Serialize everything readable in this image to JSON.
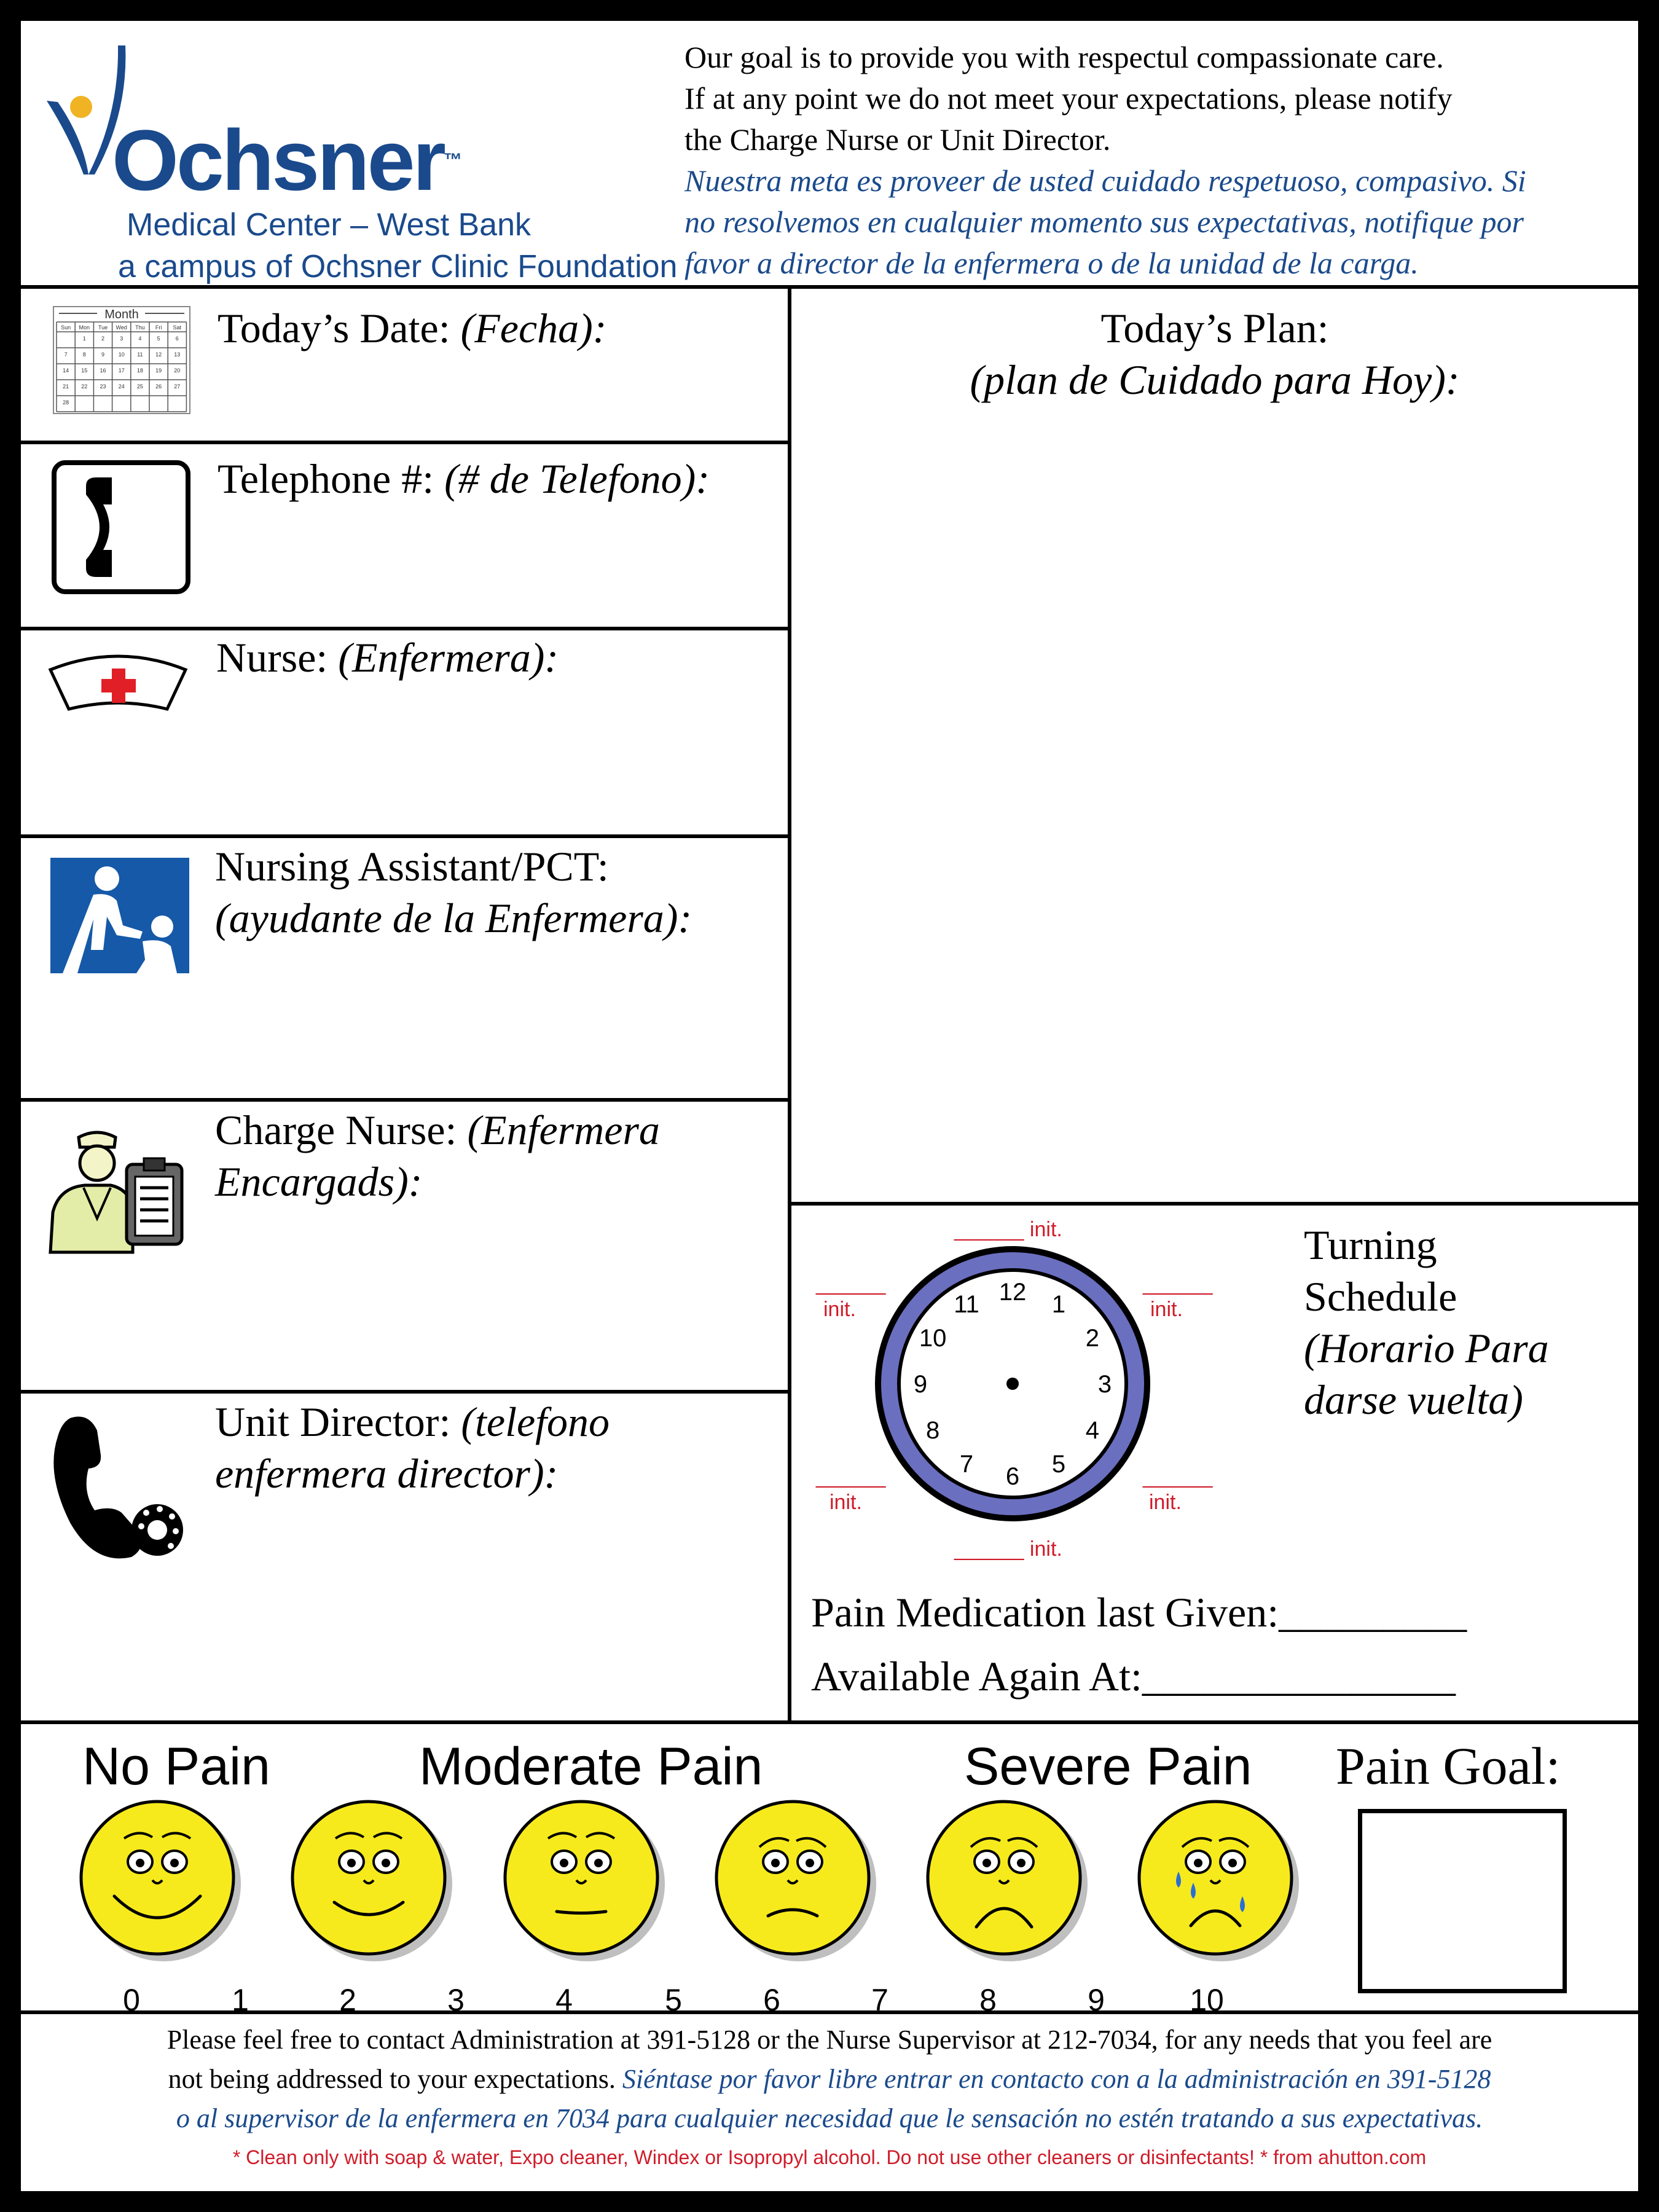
{
  "logo": {
    "brand": "Ochsner",
    "tm": "™",
    "line1": "Medical Center – West Bank",
    "line2": "a campus of Ochsner Clinic Foundation",
    "colors": {
      "brand_blue": "#1a4a8c",
      "accent_gold": "#f0b323"
    }
  },
  "intro": {
    "en": [
      "Our goal is to provide you with respectul compassionate care.",
      "If at any point we do not meet your expectations, please notify",
      "the Charge Nurse or Unit Director."
    ],
    "es": [
      "Nuestra meta es proveer de usted cuidado respetuoso, compasivo.  Si",
      "no resolvemos en cualquier momento sus expectativas, notifique por",
      "favor a director de la enfermera o de la unidad de la carga."
    ]
  },
  "fields": {
    "date": {
      "label": "Today’s Date: ",
      "label_es": "(Fecha):",
      "icon": "calendar-icon",
      "calendar": {
        "month": "Month",
        "days": [
          "Sun",
          "Mon",
          "Tue",
          "Wed",
          "Thu",
          "Fri",
          "Sat"
        ],
        "weeks": [
          [
            "",
            "1",
            "2",
            "3",
            "4",
            "5",
            "6"
          ],
          [
            "7",
            "8",
            "9",
            "10",
            "11",
            "12",
            "13"
          ],
          [
            "14",
            "15",
            "16",
            "17",
            "18",
            "19",
            "20"
          ],
          [
            "21",
            "22",
            "23",
            "24",
            "25",
            "26",
            "27"
          ],
          [
            "28",
            "",
            "",
            "",
            "",
            "",
            ""
          ]
        ]
      }
    },
    "telephone": {
      "label": "Telephone #: ",
      "label_es": "(# de Telefono):",
      "icon": "telephone-icon"
    },
    "nurse": {
      "label": "Nurse: ",
      "label_es": "(Enfermera):",
      "icon": "nurse-cap-icon"
    },
    "assistant": {
      "label": "Nursing Assistant/PCT:",
      "label_es": "(ayudante de la Enfermera):",
      "icon": "nursing-assistant-icon"
    },
    "charge_nurse": {
      "label": "Charge Nurse: ",
      "label_es_1": "(Enfermera",
      "label_es_2": "Encargads):",
      "icon": "charge-nurse-icon"
    },
    "unit_director": {
      "label": "Unit Director: ",
      "label_es_1": "(telefono",
      "label_es_2": "enfermera director):",
      "icon": "phone-handset-icon"
    }
  },
  "plan": {
    "title": "Today’s Plan:",
    "title_es": "(plan de Cuidado para Hoy):"
  },
  "turning": {
    "title_1": "Turning",
    "title_2": "Schedule",
    "title_es_1": "(Horario Para",
    "title_es_2": "darse vuelta)",
    "init_label": "init.",
    "init_blank": "______",
    "clock_numbers": [
      "12",
      "1",
      "2",
      "3",
      "4",
      "5",
      "6",
      "7",
      "8",
      "9",
      "10",
      "11"
    ],
    "clock_ring_color": "#6b6fc0"
  },
  "medication": {
    "last_given": "Pain Medication last Given:",
    "last_given_blank": "_________",
    "available": "Available Again At:",
    "available_blank": "_______________"
  },
  "pain": {
    "labels": [
      "No Pain",
      "Moderate Pain",
      "Severe Pain"
    ],
    "goal": "Pain Goal:",
    "scale": [
      "0",
      "1",
      "2",
      "3",
      "4",
      "5",
      "6",
      "7",
      "8",
      "9",
      "10"
    ],
    "face_color": "#f7ea1c"
  },
  "footer": {
    "line1": "Please feel free to contact Administration at 391-5128 or the Nurse Supervisor at 212-7034, for any needs that you feel are",
    "line2_en": "not being addressed to your expectations.  ",
    "line2_es": "Siéntase por favor libre entrar en contacto con a la administración en 391-5128",
    "line3_es": "o al supervisor de la enfermera en 7034 para cualquier necesidad que le sensación no estén tratando a sus expectativas.",
    "note": "* Clean only with soap & water, Expo cleaner, Windex or Isopropyl alcohol.  Do not use other cleaners or disinfectants! * from ahutton.com"
  }
}
